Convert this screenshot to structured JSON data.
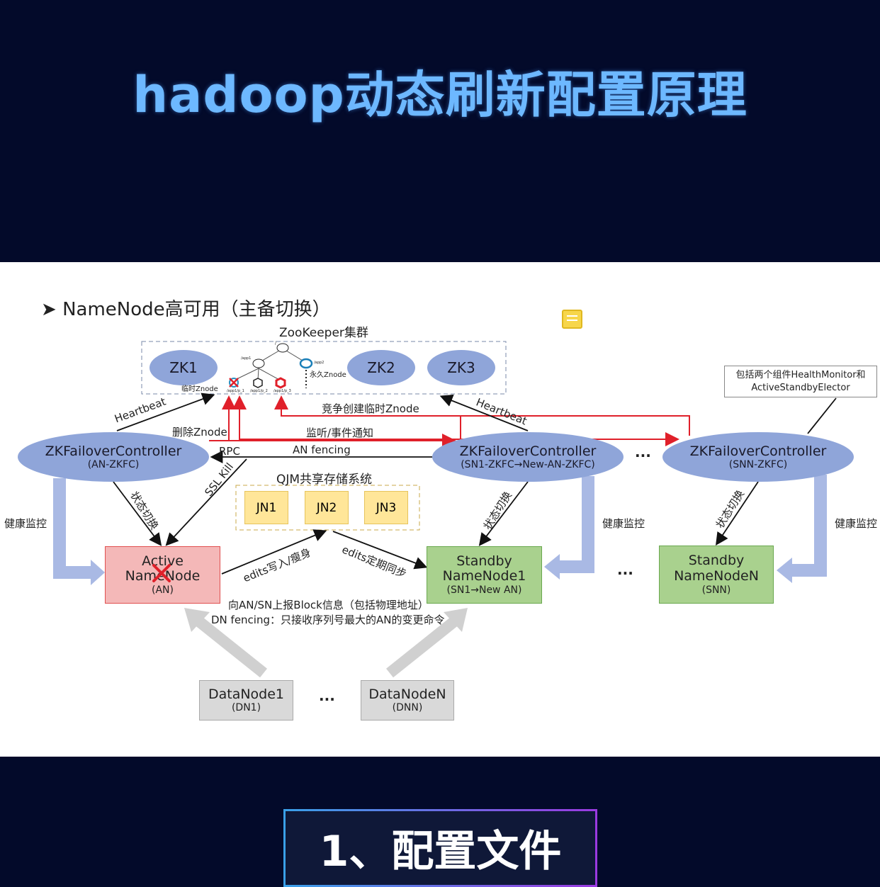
{
  "title": "hadoop动态刷新配置原理",
  "diagram": {
    "heading": "NameNode高可用（主备切换）",
    "heading_bullet": "➤",
    "zk_cluster": "ZooKeeper集群",
    "zk_nodes": [
      "ZK1",
      "ZK2",
      "ZK3"
    ],
    "znode_tree": {
      "root": "/",
      "app1": "/app1",
      "app2": "/app2",
      "p1": "/app1/p_1",
      "p2": "/app1/p_2",
      "p3": "/app1/p_3",
      "ephemeral": "临时Znode",
      "persistent": "永久Znode"
    },
    "callout": "包括两个组件HealthMonitor和 ActiveStandbyElector",
    "zkfc": [
      {
        "name": "ZKFailoverController",
        "sub": "(AN-ZKFC)"
      },
      {
        "name": "ZKFailoverController",
        "sub": "(SN1-ZKFC→New-AN-ZKFC)"
      },
      {
        "name": "ZKFailoverController",
        "sub": "(SNN-ZKFC)"
      }
    ],
    "qjm": "QJM共享存储系统",
    "journal_nodes": [
      "JN1",
      "JN2",
      "JN3"
    ],
    "namenodes": [
      {
        "l1": "Active",
        "l2": "NameNode",
        "l3": "(AN)"
      },
      {
        "l1": "Standby",
        "l2": "NameNode1",
        "l3": "(SN1→New AN)"
      },
      {
        "l1": "Standby",
        "l2": "NameNodeN",
        "l3": "(SNN)"
      }
    ],
    "datanodes": [
      {
        "l1": "DataNode1",
        "l2": "(DN1)"
      },
      {
        "l1": "DataNodeN",
        "l2": "(DNN)"
      }
    ],
    "labels": {
      "heartbeat": "Heartbeat",
      "delete_znode": "删除Znode",
      "compete": "竞争创建临时Znode",
      "watch": "监听/事件通知",
      "rpc": "RPC",
      "an_fencing": "AN fencing",
      "ssl_kill": "SSL Kill",
      "state_switch": "状态切换",
      "health": "健康监控",
      "edits_write": "edits写入/瘦身",
      "edits_sync": "edits定期同步",
      "report": "向AN/SN上报Block信息（包括物理地址）",
      "dn_fencing": "DN fencing：只接收序列号最大的AN的变更命令",
      "ellipsis": "..."
    },
    "colors": {
      "ellipse": "#8fa5d9",
      "active": "#f4b8b8",
      "standby": "#a9d18e",
      "datanode": "#d9d9d9",
      "jn": "#ffe699",
      "red": "#e0202a"
    }
  },
  "bottom_button": "1、配置文件"
}
